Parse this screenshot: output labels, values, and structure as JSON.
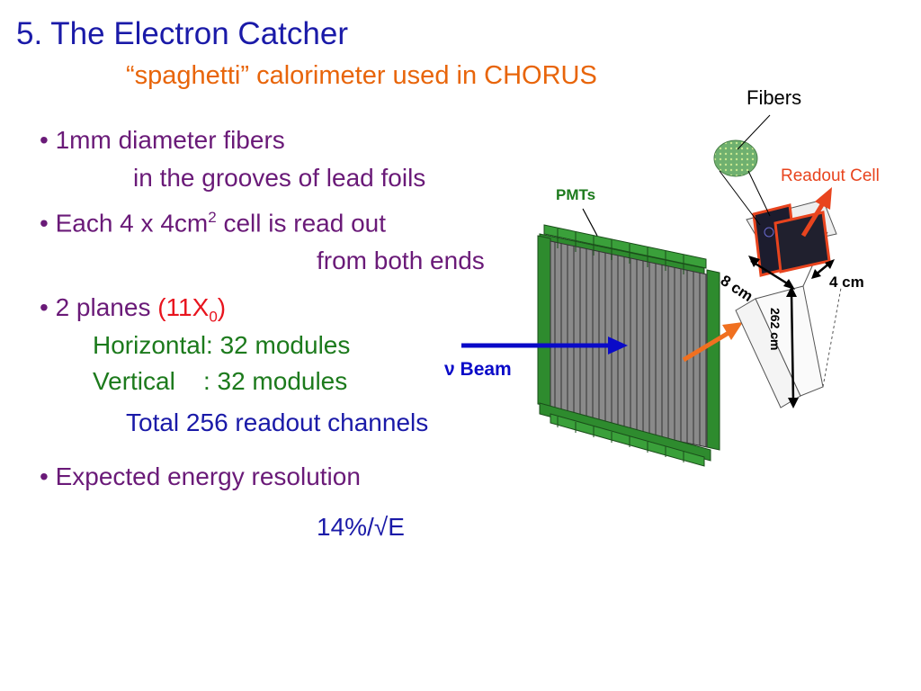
{
  "slide": {
    "title": "5. The Electron Catcher",
    "subtitle": "“spaghetti” calorimeter used in CHORUS",
    "bullets": {
      "b1_line1": "• 1mm diameter fibers",
      "b1_line2": "in the grooves of lead foils",
      "b2_line1_pre": "• Each 4 x 4cm",
      "b2_line1_sup": "2",
      "b2_line1_post": " cell is read out",
      "b2_line2": "from both ends",
      "b3_pre": "• 2 planes ",
      "b3_red_open": "(11X",
      "b3_red_sub": "0",
      "b3_red_close": ")",
      "b3_h": "Horizontal: 32 modules",
      "b3_v": "Vertical    : 32 modules",
      "b3_total": "Total 256 readout channels",
      "b4": "• Expected energy resolution",
      "b4_value": "14%/√E"
    },
    "figure": {
      "pmts_label": "PMTs",
      "beam_symbol": "ν",
      "beam_label": "Beam",
      "fibers_label": "Fibers",
      "readout_cell_label": "Readout Cell",
      "dim_8cm": "8 cm",
      "dim_4cm": "4 cm",
      "dim_262cm": "262 cm"
    },
    "colors": {
      "title": "#1a1aa8",
      "subtitle": "#e8650a",
      "bullet_text": "#6a1a78",
      "module_text": "#1c7a1c",
      "readout": "#e8441e",
      "pmt_green": "#2e8b2e",
      "beam_arrow": "#0a0ac8"
    }
  }
}
